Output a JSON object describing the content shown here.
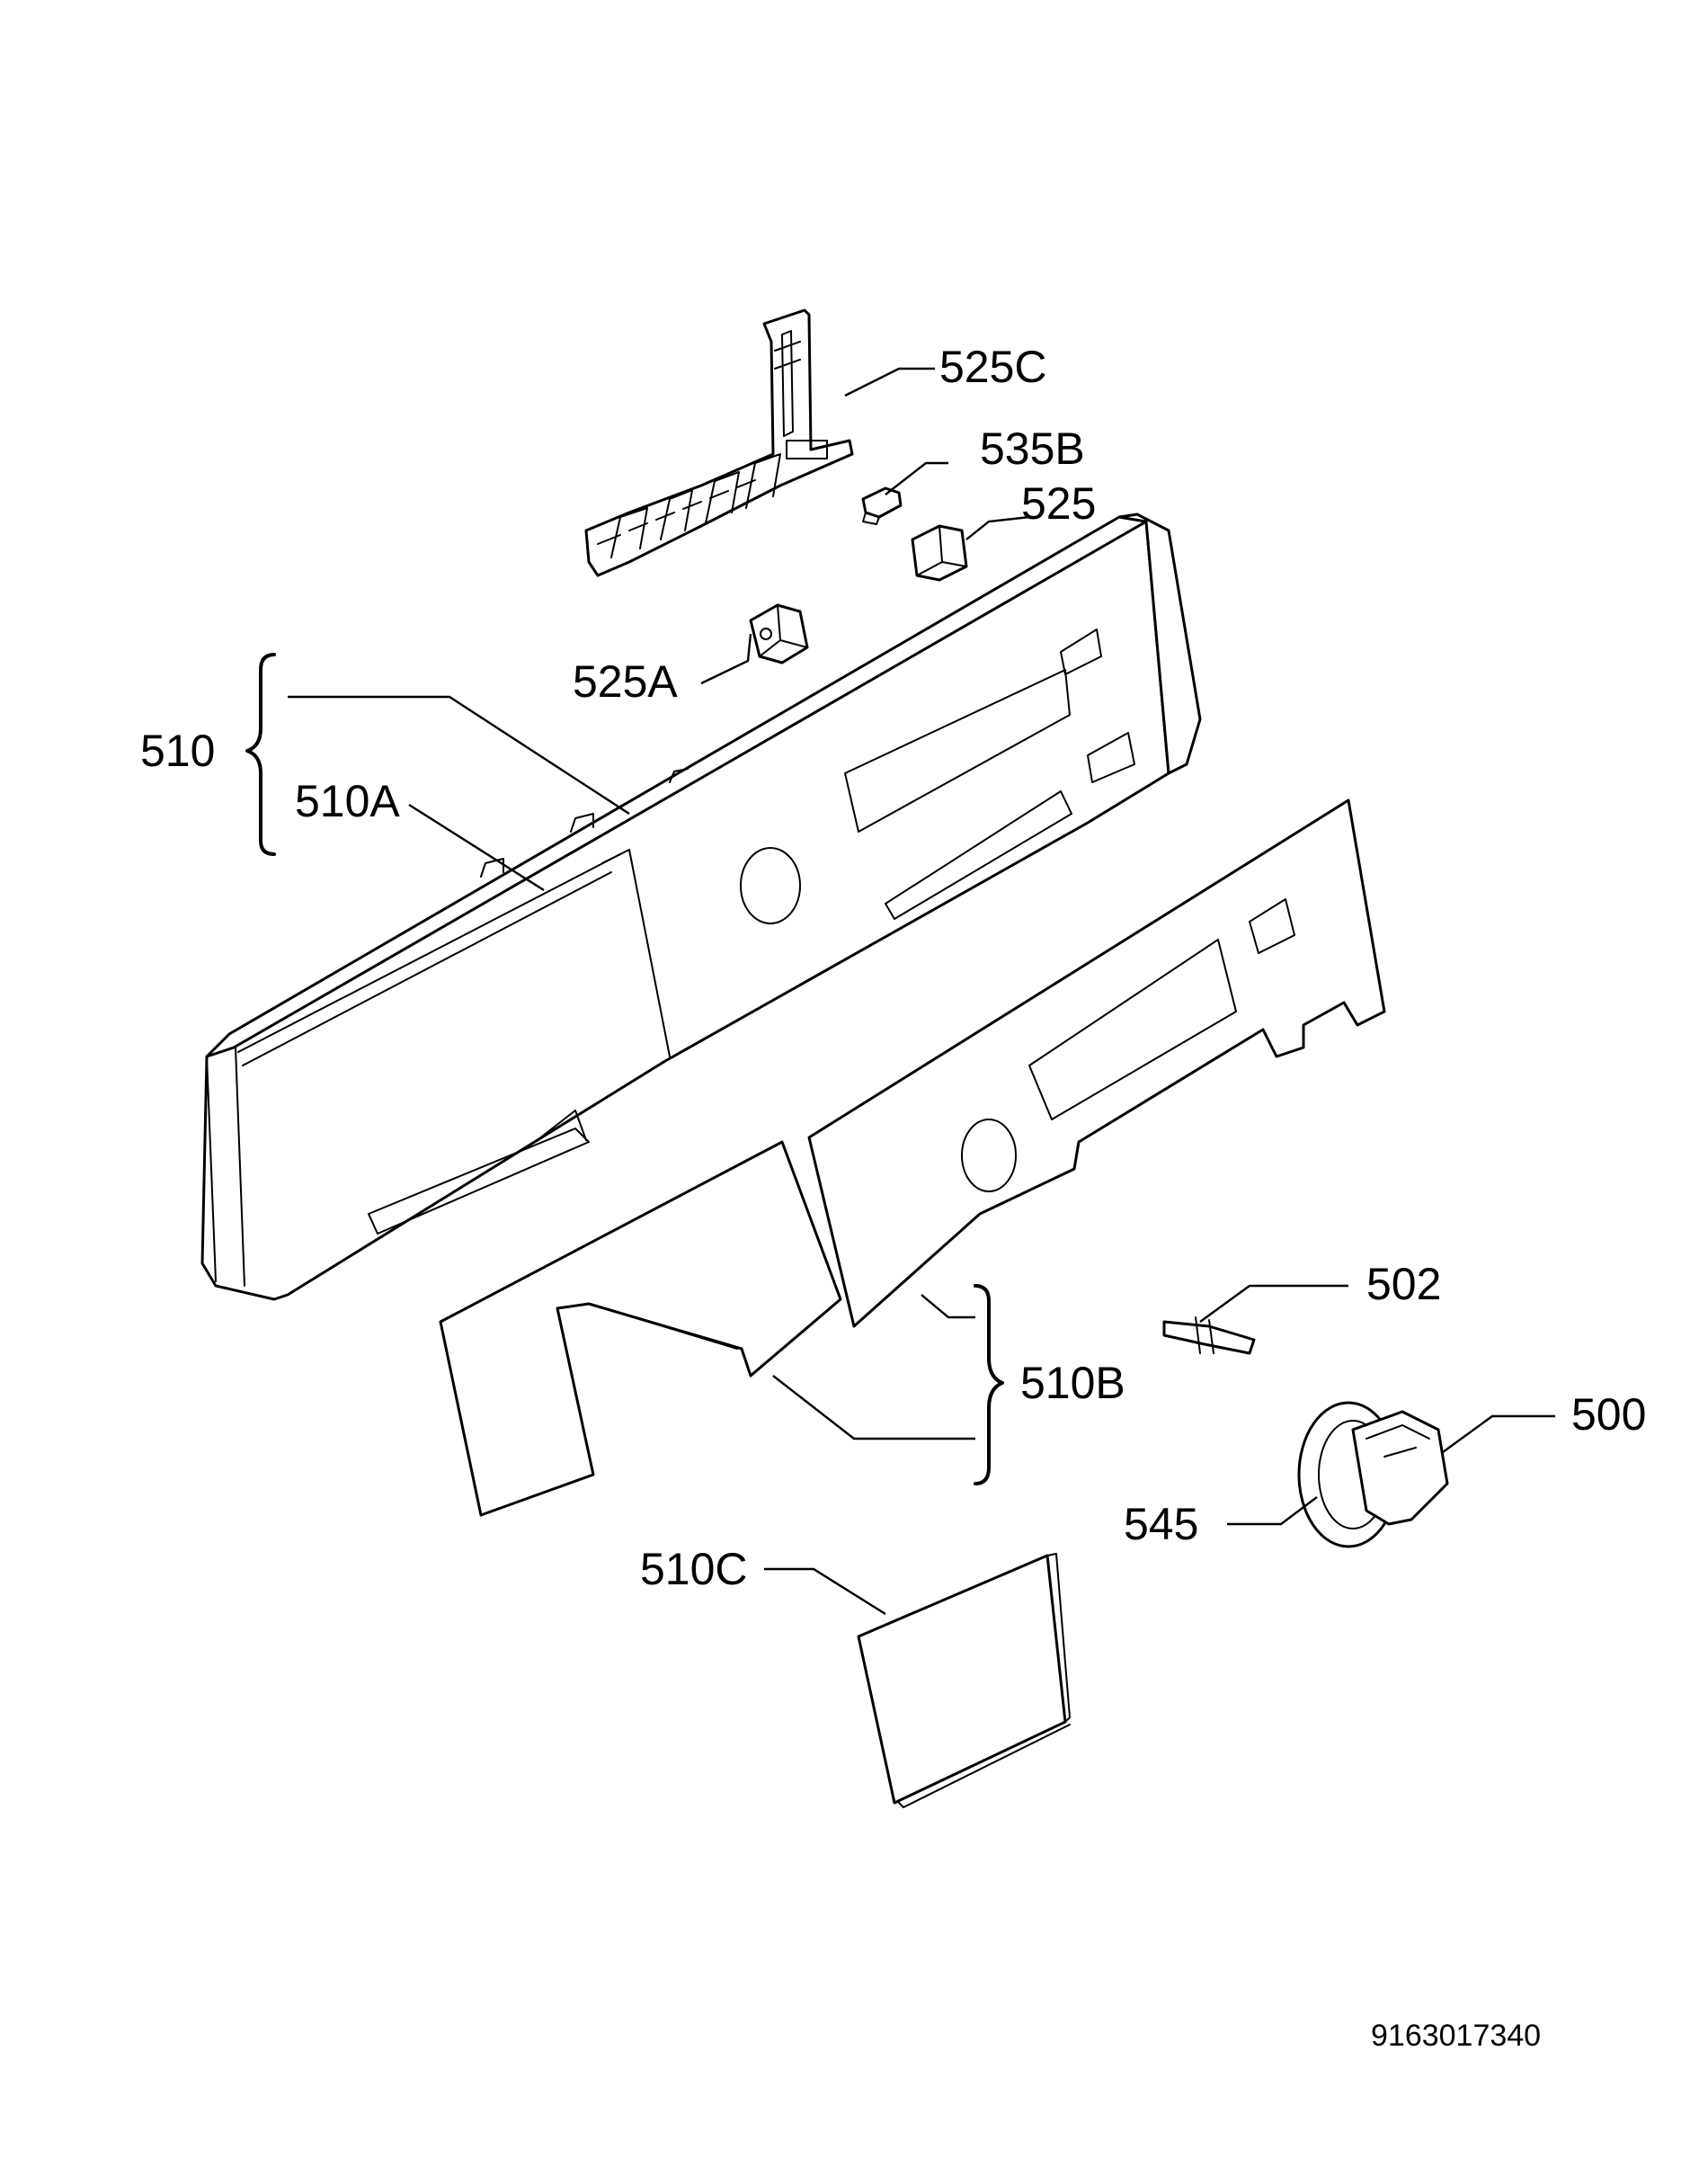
{
  "callouts": {
    "c525C": "525C",
    "c535B": "535B",
    "c525": "525",
    "c525A": "525A",
    "c510": "510",
    "c510A": "510A",
    "c502": "502",
    "c510B": "510B",
    "c500": "500",
    "c545": "545",
    "c510C": "510C"
  },
  "document_number": "9163017340",
  "colors": {
    "line": "#000000",
    "background": "#ffffff"
  }
}
